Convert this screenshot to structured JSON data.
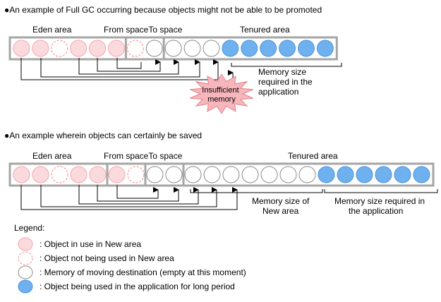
{
  "section1": {
    "heading": "●An example of Full GC occurring because objects might not be able to be promoted",
    "labels": {
      "eden": "Eden area",
      "from_to": "From spaceTo space",
      "tenured": "Tenured area"
    },
    "memory_label": "Memory size required in the application",
    "memory_label_lines": [
      "Memory size",
      "required in the",
      "application"
    ],
    "burst_lines": [
      "Insufficient",
      "memory"
    ],
    "cells": [
      "inuse",
      "inuse",
      "notused",
      "inuse",
      "inuse",
      "inuse",
      "notused",
      "empty",
      "empty",
      "empty",
      "empty",
      "long",
      "long",
      "long",
      "long",
      "long",
      "long"
    ]
  },
  "section2": {
    "heading": "●An example wherein objects can certainly be saved",
    "labels": {
      "eden": "Eden area",
      "from_to": "From spaceTo space",
      "tenured": "Tenured area"
    },
    "new_area_label": "Memory size of New area",
    "new_area_lines": [
      "Memory size of",
      "New area"
    ],
    "app_label": "Memory size required in the application",
    "app_lines": [
      "Memory size required in",
      "the application"
    ],
    "cells": [
      "inuse",
      "inuse",
      "notused",
      "inuse",
      "inuse",
      "inuse",
      "notused",
      "empty",
      "empty",
      "empty",
      "empty",
      "empty",
      "empty",
      "empty",
      "empty",
      "empty",
      "long",
      "long",
      "long",
      "long",
      "long",
      "long"
    ]
  },
  "legend": {
    "title": "Legend:",
    "items": [
      {
        "type": "inuse",
        "text": ": Object in use in New area"
      },
      {
        "type": "notused",
        "text": ": Object not being used in New area"
      },
      {
        "type": "empty",
        "text": ": Memory of moving destination (empty at this moment)"
      },
      {
        "type": "long",
        "text": ": Object being used in the application for long period"
      }
    ]
  },
  "colors": {
    "inuse_fill": "#fadadd",
    "inuse_stroke": "#f4a6ad",
    "notused_stroke": "#ef8a92",
    "empty_stroke": "#8c8c8c",
    "long_fill": "#6fb1ee",
    "long_stroke": "#4a94dc",
    "burst_fill": "#f7b6bb",
    "burst_stroke": "#e08088",
    "bar_stroke": "#a6a6a6"
  }
}
